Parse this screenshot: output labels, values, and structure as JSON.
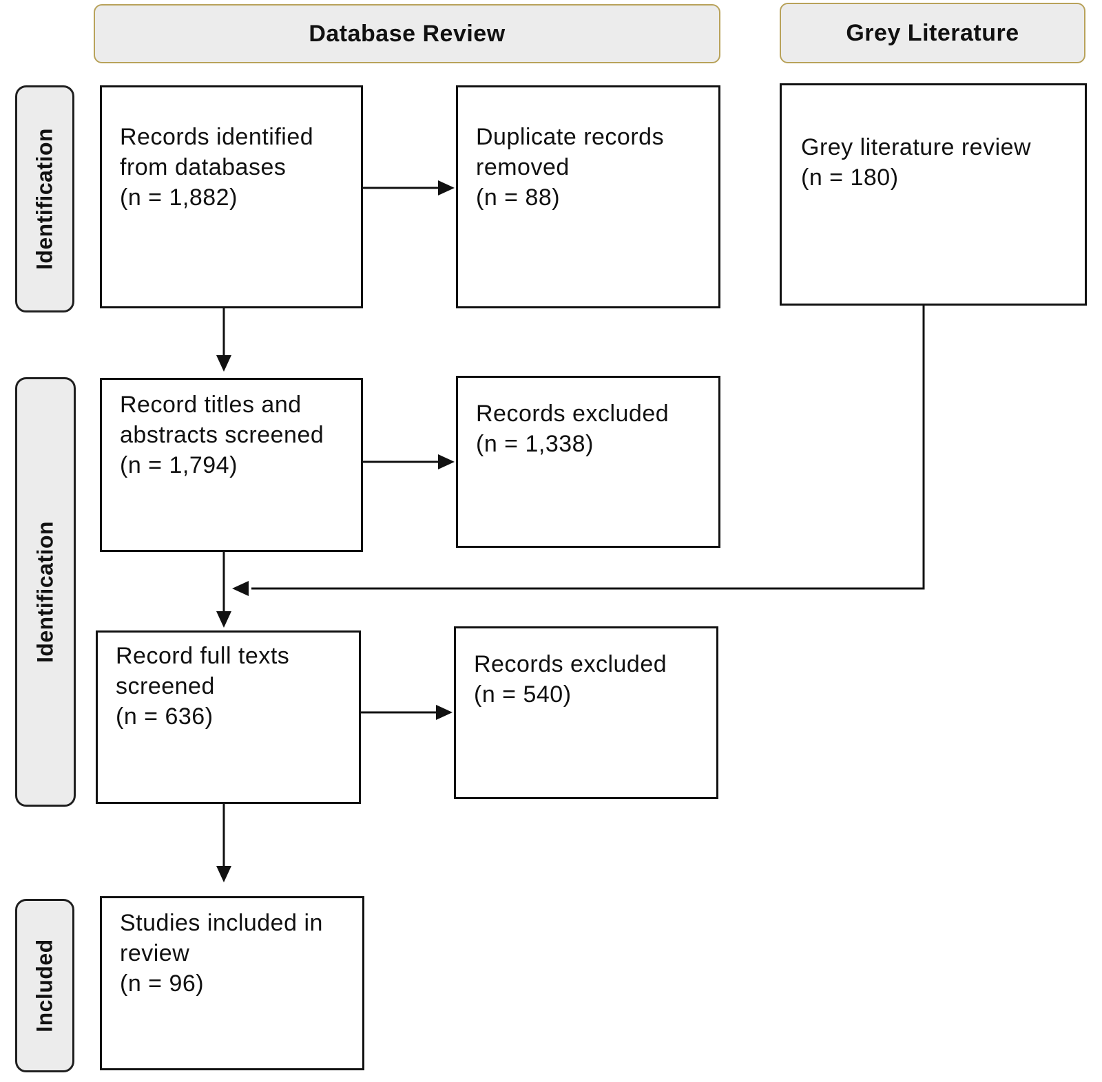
{
  "headers": {
    "database_review": "Database Review",
    "grey_literature": "Grey Literature"
  },
  "phases": {
    "identification_1": "Identification",
    "identification_2": "Identification",
    "included": "Included"
  },
  "boxes": {
    "records_identified": {
      "line1": "Records identified",
      "line2": "from databases",
      "line3": "(n = 1,882)"
    },
    "duplicates_removed": {
      "line1": "Duplicate records",
      "line2": "removed",
      "line3": "(n = 88)"
    },
    "grey_review": {
      "line1": "Grey literature review",
      "line2": "(n = 180)"
    },
    "titles_abstracts": {
      "line1": "Record titles and",
      "line2": "abstracts screened",
      "line3": "(n = 1,794)"
    },
    "excluded_1": {
      "line1": "Records excluded",
      "line2": "(n = 1,338)"
    },
    "full_texts": {
      "line1": "Record full texts",
      "line2": "screened",
      "line3": "(n = 636)"
    },
    "excluded_2": {
      "line1": "Records excluded",
      "line2": "(n = 540)"
    },
    "included_studies": {
      "line1": "Studies included in",
      "line2": "review",
      "line3": "(n = 96)"
    }
  },
  "colors": {
    "header_fill": "#ececec",
    "header_border": "#b8a25a",
    "phase_fill": "#ececec",
    "line": "#111111"
  }
}
